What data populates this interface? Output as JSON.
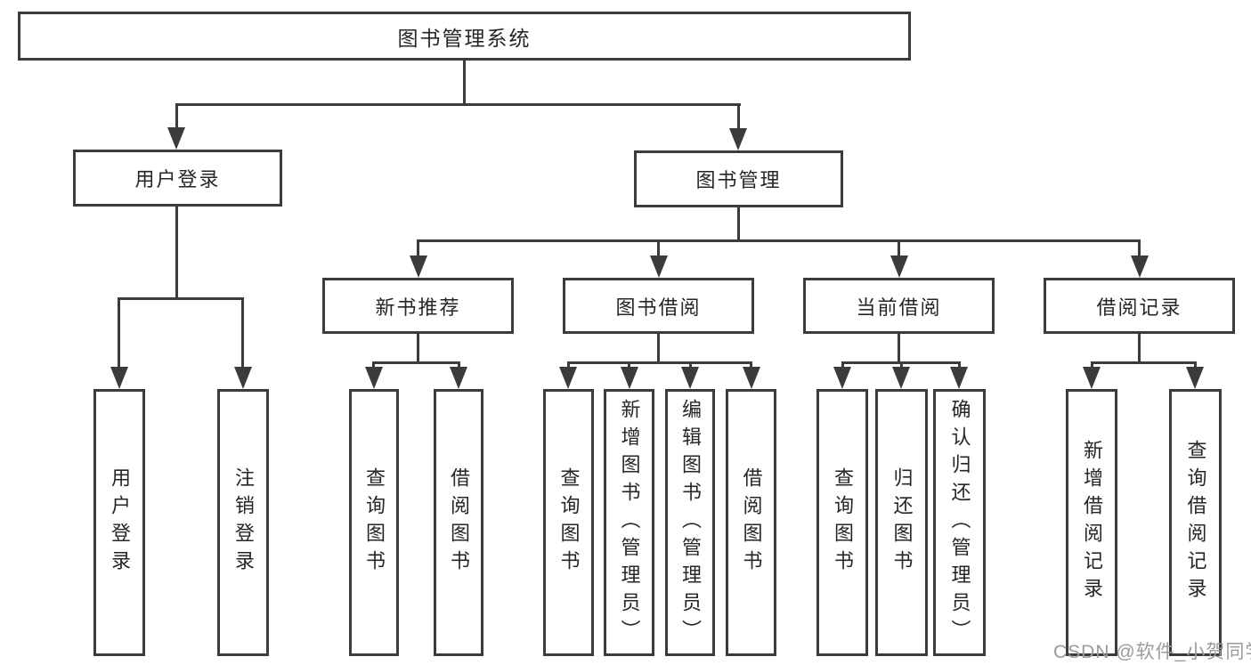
{
  "diagram_title": "图书管理系统",
  "tree": {
    "root": {
      "label": "图书管理系统",
      "children": {
        "user_login": {
          "label": "用户登录",
          "children": {
            "login": {
              "label": "用户登录"
            },
            "logout": {
              "label": "注销登录"
            }
          }
        },
        "book_mgmt": {
          "label": "图书管理",
          "children": {
            "new_book": {
              "label": "新书推荐",
              "children": {
                "query_book": {
                  "label": "查询图书"
                },
                "borrow_book": {
                  "label": "借阅图书"
                }
              }
            },
            "book_borrow": {
              "label": "图书借阅",
              "children": {
                "query_book": {
                  "label": "查询图书"
                },
                "add_book": {
                  "label": "新增图书（管理员）"
                },
                "edit_book": {
                  "label": "编辑图书（管理员）"
                },
                "borrow_book": {
                  "label": "借阅图书"
                }
              }
            },
            "current_borrow": {
              "label": "当前借阅",
              "children": {
                "query_book": {
                  "label": "查询图书"
                },
                "return_book": {
                  "label": "归还图书"
                },
                "confirm_return": {
                  "label": "确认归还（管理员）"
                }
              }
            },
            "borrow_records": {
              "label": "借阅记录",
              "children": {
                "add_record": {
                  "label": "新增借阅记录"
                },
                "query_record": {
                  "label": "查询借阅记录"
                }
              }
            }
          }
        }
      }
    }
  },
  "watermark": {
    "text": "CSDN @软件_小贺同学"
  },
  "colors": {
    "line": "#3b3b3b",
    "box_border": "#3b3b3b",
    "box_bg": "#ffffff",
    "text": "#262626",
    "watermark": "#9b9b9b",
    "background": "#ffffff"
  }
}
